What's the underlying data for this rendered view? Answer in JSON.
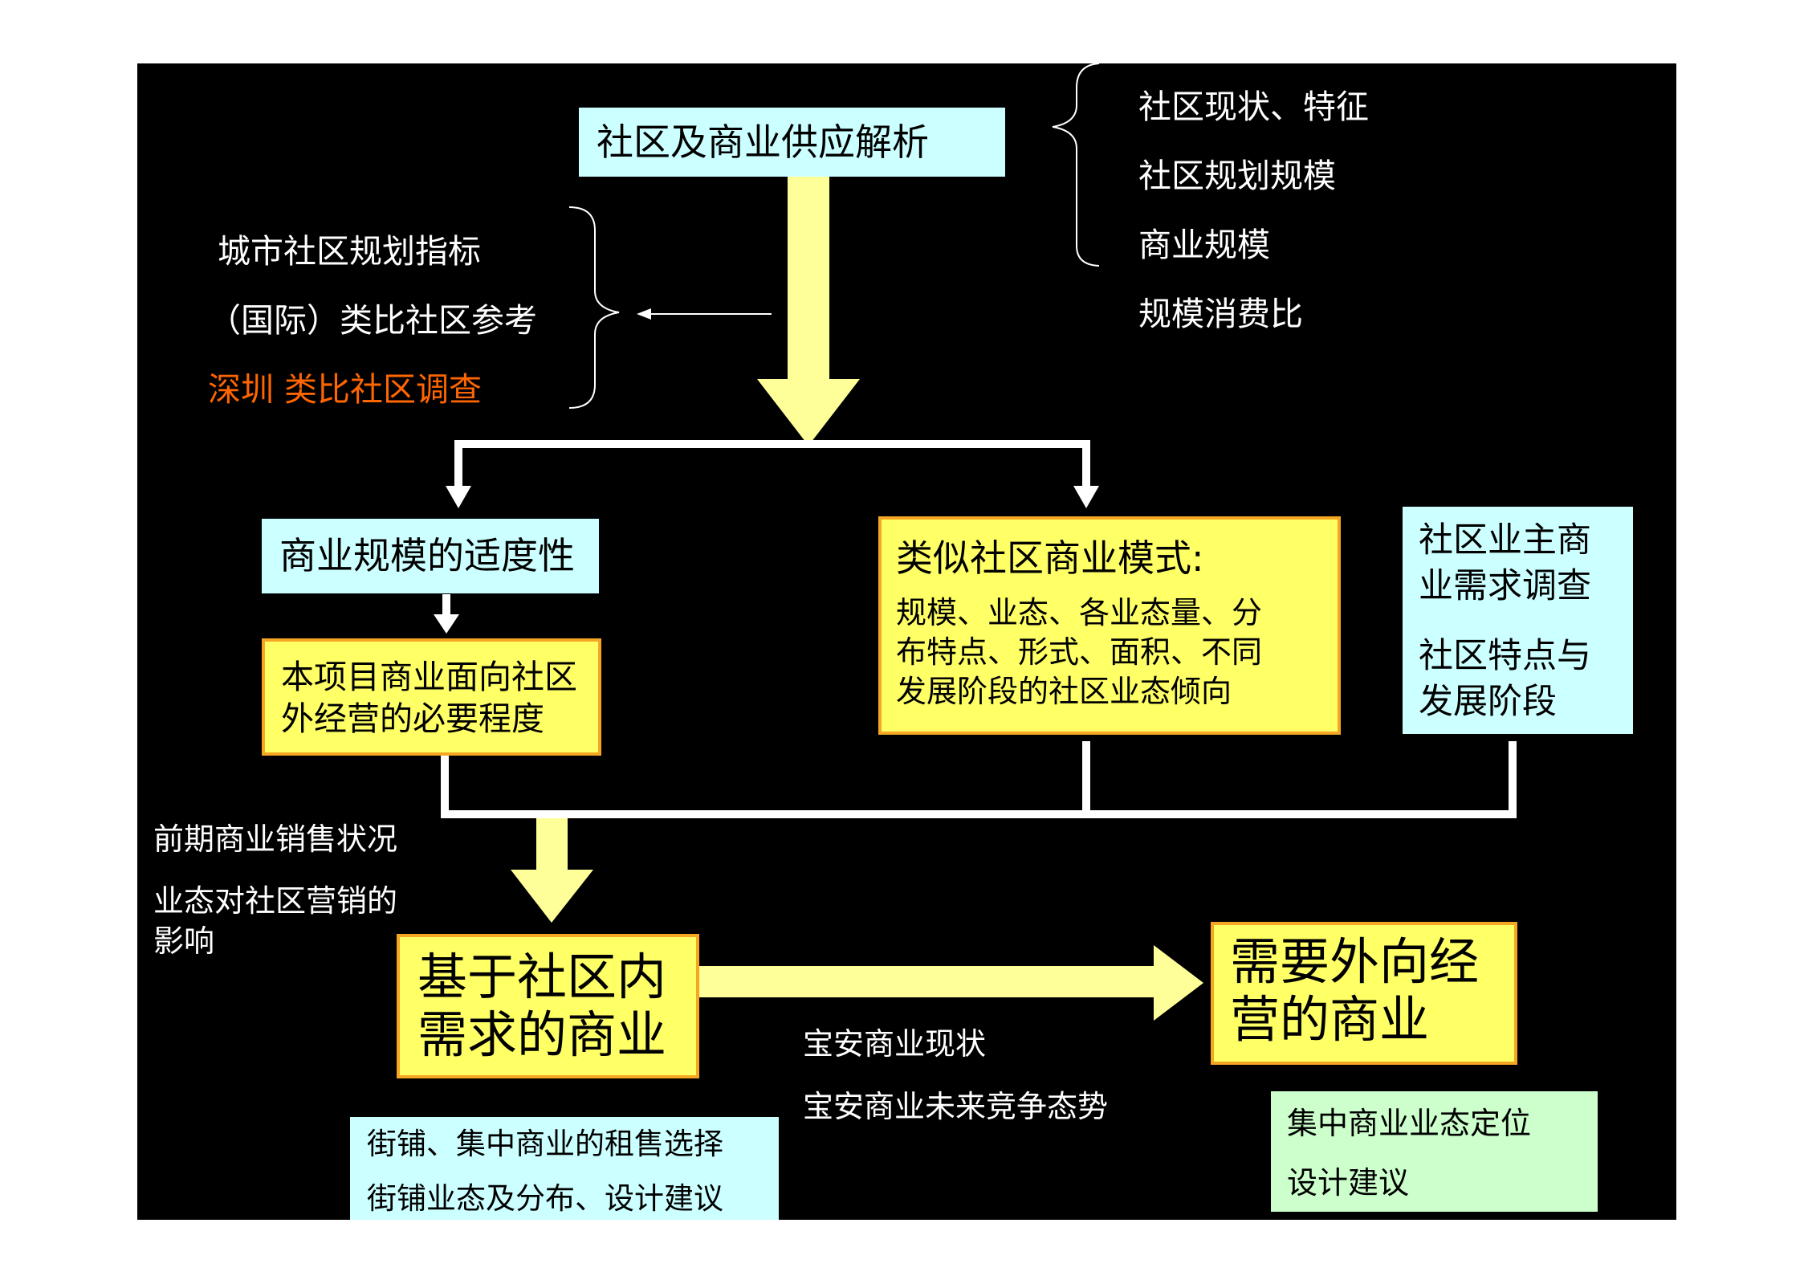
{
  "top_box": {
    "label": "社区及商业供应解析"
  },
  "right_list": {
    "items": [
      "社区现状、特征",
      "社区规划规模",
      "商业规模",
      "规模消费比"
    ]
  },
  "left_list": {
    "items": [
      "城市社区规划指标",
      "（国际）类比社区参考",
      "深圳 类比社区调查"
    ]
  },
  "scale_box": {
    "label": "商业规模的适度性"
  },
  "external_box": {
    "lines": [
      "本项目商业面向社区",
      "外经营的必要程度"
    ]
  },
  "mode_box": {
    "title": "类似社区商业模式:",
    "lines": [
      "规模、业态、各业态量、分",
      "布特点、形式、面积、不同",
      "发展阶段的社区业态倾向"
    ]
  },
  "survey_box": {
    "lines": [
      "社区业主商",
      "业需求调查",
      "社区特点与",
      "发展阶段"
    ]
  },
  "left_notes": {
    "lines": [
      "前期商业销售状况",
      "业态对社区营销的",
      "影响"
    ]
  },
  "internal_box": {
    "lines": [
      "基于社区内",
      "需求的商业"
    ]
  },
  "outward_box": {
    "lines": [
      "需要外向经",
      "营的商业"
    ]
  },
  "middle_notes": {
    "lines": [
      "宝安商业现状",
      "宝安商业未来竞争态势"
    ]
  },
  "bottom_left_box": {
    "lines": [
      "街铺、集中商业的租售选择",
      "街铺业态及分布、设计建议"
    ]
  },
  "bottom_right_box": {
    "lines": [
      "集中商业业态定位",
      "设计建议"
    ]
  },
  "colors": {
    "background": "#000000",
    "cyan": "#ccffff",
    "yellow": "#ffff66",
    "green": "#ccffcc",
    "arrow": "#ffff99",
    "orange": "#ff6600",
    "white": "#ffffff"
  }
}
